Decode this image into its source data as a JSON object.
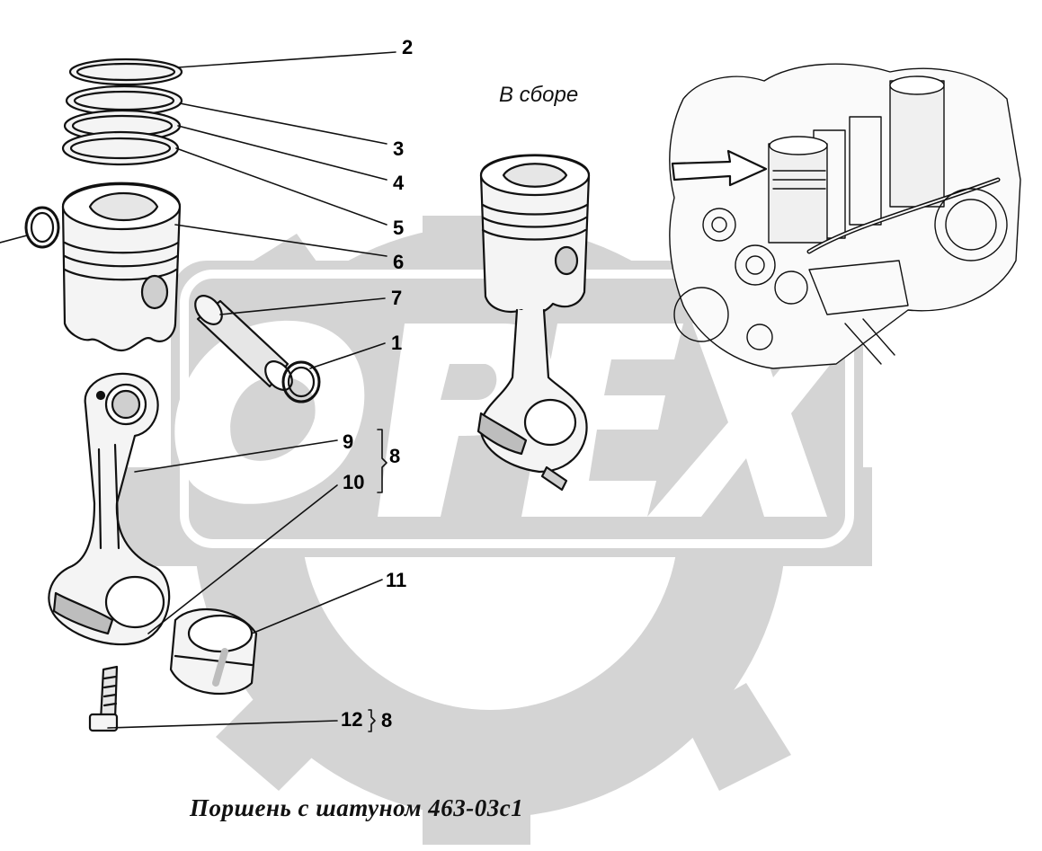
{
  "caption": "Поршень с шатуном 463-03с1",
  "assembly_label": "В сборе",
  "watermark_text": "OPEX",
  "callouts": {
    "c1": "1",
    "c2": "2",
    "c3": "3",
    "c4": "4",
    "c5": "5",
    "c6": "6",
    "c7": "7",
    "c8a": "8",
    "c8b": "8",
    "c9": "9",
    "c10": "10",
    "c11": "11",
    "c12": "12"
  },
  "colors": {
    "watermark": "#d4d4d4",
    "line": "#111111",
    "part_fill": "#f4f4f4",
    "part_shade": "#bdbdbd"
  }
}
